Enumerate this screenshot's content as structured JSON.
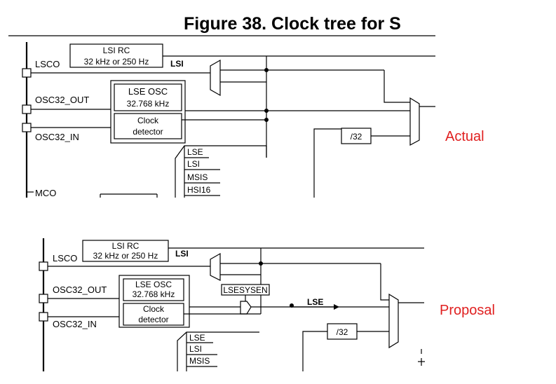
{
  "title": "Figure 38. Clock tree for S",
  "panels": {
    "actual": {
      "label": "Actual",
      "pins": {
        "lsco": "LSCO",
        "osc32_out": "OSC32_OUT",
        "osc32_in": "OSC32_IN",
        "mco": "MCO"
      },
      "lsi_rc": {
        "name": "LSI RC",
        "freq": "32 kHz or 250 Hz"
      },
      "lsi_signal": "LSI",
      "lse_osc": {
        "name": "LSE OSC",
        "freq": "32.768 kHz"
      },
      "clock_detector": {
        "line1": "Clock",
        "line2": "detector"
      },
      "divider": "/32",
      "mux_inputs": [
        "LSE",
        "LSI",
        "MSIS",
        "HSI16"
      ]
    },
    "proposal": {
      "label": "Proposal",
      "pins": {
        "lsco": "LSCO",
        "osc32_out": "OSC32_OUT",
        "osc32_in": "OSC32_IN"
      },
      "lsi_rc": {
        "name": "LSI RC",
        "freq": "32 kHz or 250 Hz"
      },
      "lsi_signal": "LSI",
      "lse_osc": {
        "name": "LSE OSC",
        "freq": "32.768 kHz"
      },
      "clock_detector": {
        "line1": "Clock",
        "line2": "detector"
      },
      "gate_enable": "LSESYSEN",
      "lse_signal": "LSE",
      "divider": "/32",
      "mux_inputs": [
        "LSE",
        "LSI",
        "MSIS"
      ]
    }
  }
}
